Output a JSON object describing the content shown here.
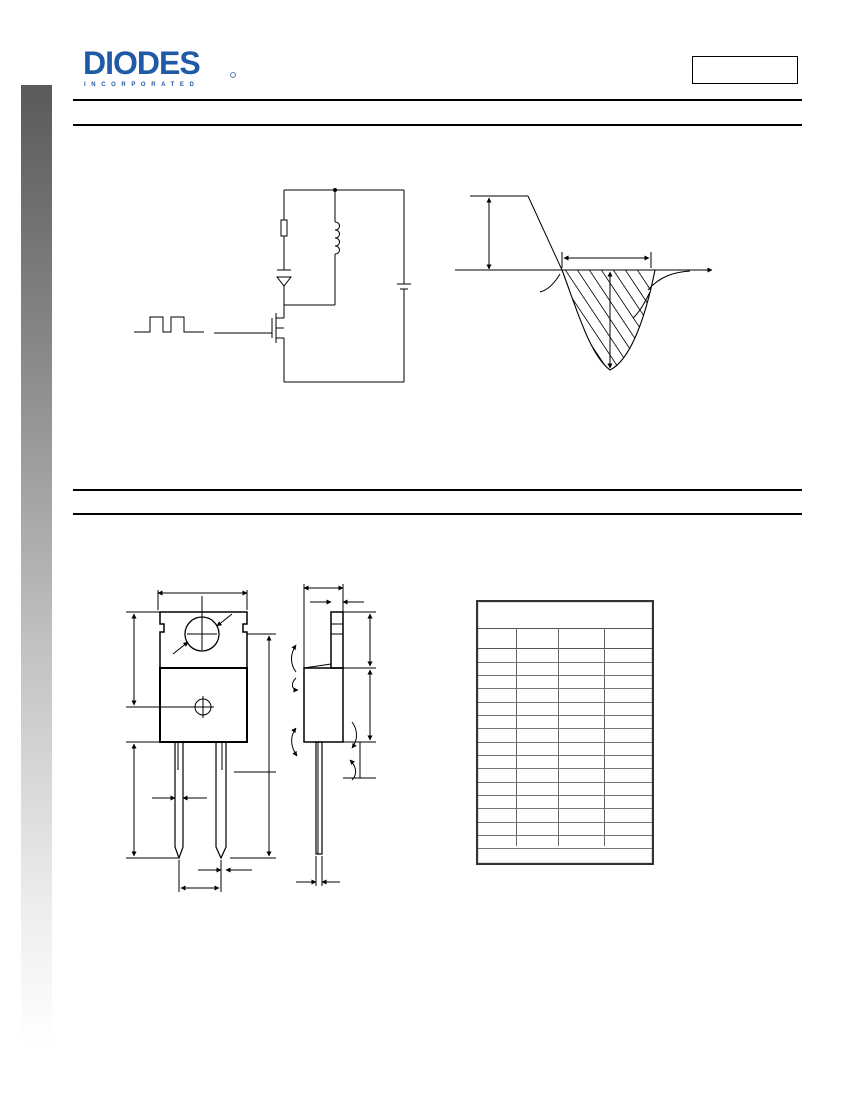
{
  "header": {
    "brand_name": "DIODES",
    "brand_tagline": "INCORPORATED",
    "part_number": ""
  },
  "package_table": {
    "title": "",
    "columns": [
      "",
      "",
      "",
      ""
    ],
    "row_count": 15
  },
  "colors": {
    "brand_blue": "#1f5aa6",
    "ink": "#000000"
  }
}
